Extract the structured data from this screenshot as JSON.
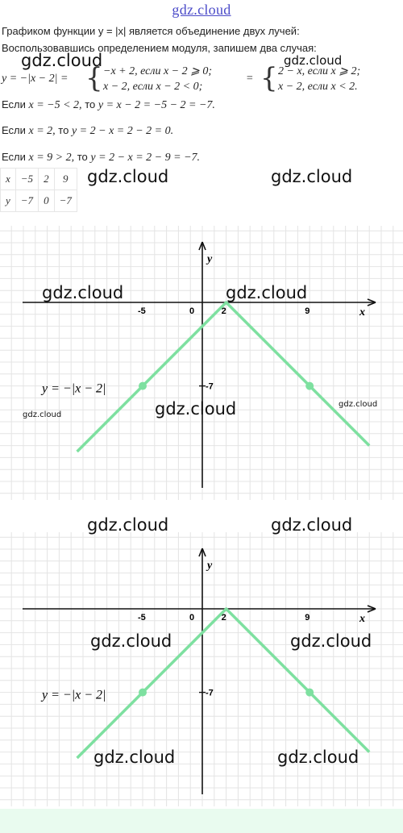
{
  "header": {
    "site_title": "gdz.cloud"
  },
  "text": {
    "line1": "Графиком функции y = |x| является объединение двух лучей:",
    "line2": "Воспользовавшись определением модуля, запишем два случая:",
    "lhs": "y = −|x − 2| =",
    "case1a": "−x + 2,  если x − 2 ⩾ 0;",
    "case1b": "x − 2,  если x − 2  <  0;",
    "eq": "=",
    "case2a": "2 − x,  если x ⩾ 2;",
    "case2b": "x − 2,  если x < 2.",
    "calc1_pre": "Если",
    "calc1_math": "x = −5  <  2,",
    "calc1_mid": "то",
    "calc1_res": "y = x − 2 = −5 − 2 = −7.",
    "calc2_pre": "Если",
    "calc2_math": "x = 2,",
    "calc2_mid": "то",
    "calc2_res": "y = 2 − x = 2 − 2 = 0.",
    "calc3_pre": "Если",
    "calc3_math": "x = 9  >  2,",
    "calc3_mid": "то",
    "calc3_res": "y = 2 − x = 2 − 9 = −7."
  },
  "table": {
    "rows": [
      [
        "x",
        "−5",
        "2",
        "9"
      ],
      [
        "y",
        "−7",
        "0",
        "−7"
      ]
    ]
  },
  "graph": {
    "x_axis_label": "x",
    "y_axis_label": "y",
    "tick_x": [
      "-5",
      "0",
      "2",
      "9"
    ],
    "tick_y": "-7",
    "formula": "y = −|x − 2|",
    "line_color": "#7ee0a0",
    "point_color": "#7ee0a0",
    "grid_color": "#e4e4e4",
    "points": [
      {
        "x": -5,
        "y": -7
      },
      {
        "x": 2,
        "y": 0
      },
      {
        "x": 9,
        "y": -7
      }
    ]
  },
  "watermarks": {
    "text": "gdz.cloud"
  }
}
